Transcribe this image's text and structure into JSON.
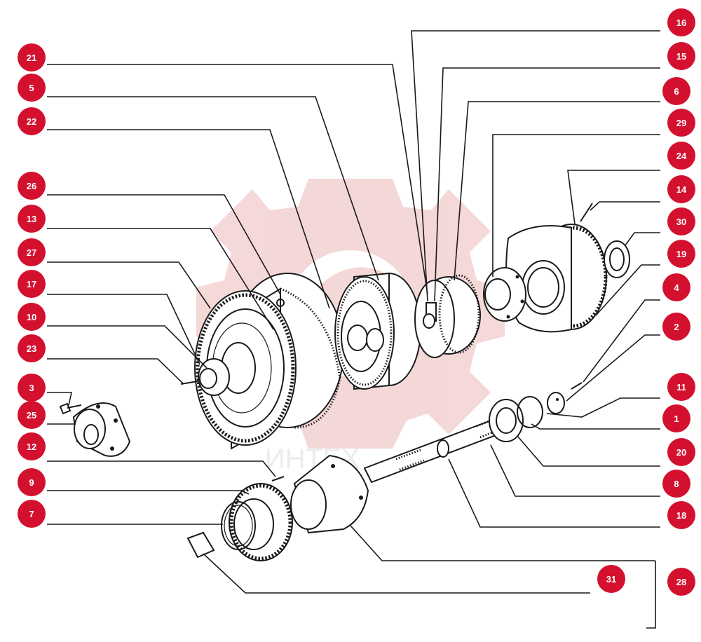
{
  "watermark": {
    "text": "ИНТЕХ",
    "color": "#e8a8a8"
  },
  "callout_color": "#d4102f",
  "callouts": [
    {
      "id": "21",
      "label": "21"
    },
    {
      "id": "5",
      "label": "5"
    },
    {
      "id": "22",
      "label": "22"
    },
    {
      "id": "26",
      "label": "26"
    },
    {
      "id": "13",
      "label": "13"
    },
    {
      "id": "27",
      "label": "27"
    },
    {
      "id": "17",
      "label": "17"
    },
    {
      "id": "10",
      "label": "10"
    },
    {
      "id": "23",
      "label": "23"
    },
    {
      "id": "3",
      "label": "3"
    },
    {
      "id": "25",
      "label": "25"
    },
    {
      "id": "12",
      "label": "12"
    },
    {
      "id": "9",
      "label": "9"
    },
    {
      "id": "7",
      "label": "7"
    },
    {
      "id": "16",
      "label": "16"
    },
    {
      "id": "15",
      "label": "15"
    },
    {
      "id": "6",
      "label": "6"
    },
    {
      "id": "29",
      "label": "29"
    },
    {
      "id": "24",
      "label": "24"
    },
    {
      "id": "14",
      "label": "14"
    },
    {
      "id": "30",
      "label": "30"
    },
    {
      "id": "19",
      "label": "19"
    },
    {
      "id": "4",
      "label": "4"
    },
    {
      "id": "2",
      "label": "2"
    },
    {
      "id": "11",
      "label": "11"
    },
    {
      "id": "1",
      "label": "1"
    },
    {
      "id": "20",
      "label": "20"
    },
    {
      "id": "8",
      "label": "8"
    },
    {
      "id": "18",
      "label": "18"
    },
    {
      "id": "31",
      "label": "31"
    },
    {
      "id": "28",
      "label": "28"
    }
  ]
}
